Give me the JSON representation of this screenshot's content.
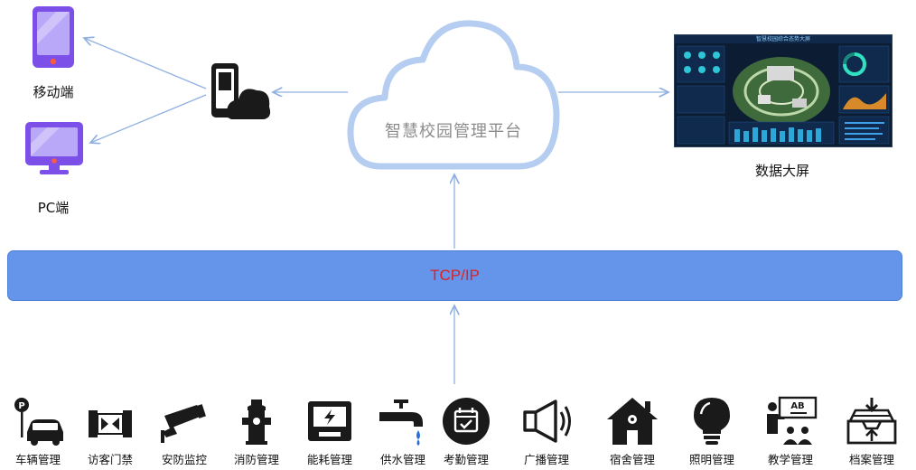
{
  "clients": {
    "mobile_label": "移动端",
    "pc_label": "PC端"
  },
  "platform": {
    "cloud_label": "智慧校园管理平台"
  },
  "dashboard": {
    "label": "数据大屏",
    "screen_title": "智慧校园综合态势大屏"
  },
  "network": {
    "bus_label": "TCP/IP"
  },
  "subsystems": [
    {
      "label": "车辆管理",
      "icon": "parking-car-icon"
    },
    {
      "label": "访客门禁",
      "icon": "turnstile-icon"
    },
    {
      "label": "安防监控",
      "icon": "security-camera-icon"
    },
    {
      "label": "消防管理",
      "icon": "fire-hydrant-icon"
    },
    {
      "label": "能耗管理",
      "icon": "energy-meter-icon"
    },
    {
      "label": "供水管理",
      "icon": "water-faucet-icon"
    },
    {
      "label": "考勤管理",
      "icon": "attendance-calendar-icon"
    },
    {
      "label": "广播管理",
      "icon": "speaker-icon"
    },
    {
      "label": "宿舍管理",
      "icon": "dormitory-house-icon"
    },
    {
      "label": "照明管理",
      "icon": "light-bulb-icon"
    },
    {
      "label": "教学管理",
      "icon": "teaching-board-icon"
    },
    {
      "label": "档案管理",
      "icon": "archive-box-icon"
    }
  ],
  "colors": {
    "accent_purple": "#7b4fe8",
    "bus_blue": "#6495ea",
    "bus_text": "#e02020",
    "arrow_blue": "#8fb0e0",
    "cloud_stroke": "#b5cdf0",
    "icon_dark": "#1a1a1a"
  }
}
